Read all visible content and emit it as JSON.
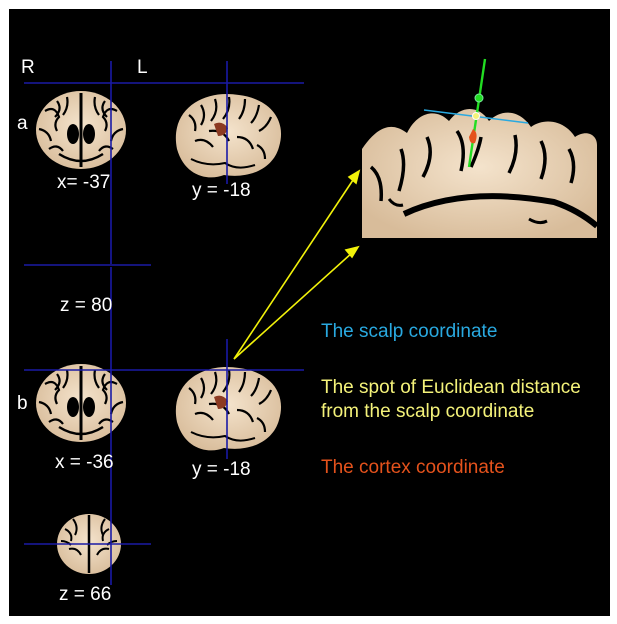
{
  "orientation": {
    "right": "R",
    "left": "L"
  },
  "panels": {
    "a": {
      "label": "a",
      "coronal_caption": "x= -37",
      "sagittal_caption": "y = -18",
      "axial_caption": "z = 80"
    },
    "b": {
      "label": "b",
      "coronal_caption": "x = -36",
      "sagittal_caption": "y = -18",
      "axial_caption": "z = 66"
    }
  },
  "legend": {
    "scalp": "The scalp coordinate",
    "spot_line1": "The spot of Euclidean distance",
    "spot_line2": "from the scalp coordinate",
    "cortex": "The cortex coordinate"
  },
  "colors": {
    "background": "#000000",
    "crosshair": "#1a1aa6",
    "brain_tissue": "#efd9bf",
    "scalp": "#29a9e0",
    "spot": "#f4f27a",
    "cortex": "#e4521c",
    "pointer_arrow": "#f2f20a",
    "trajectory": "#22dd22"
  }
}
